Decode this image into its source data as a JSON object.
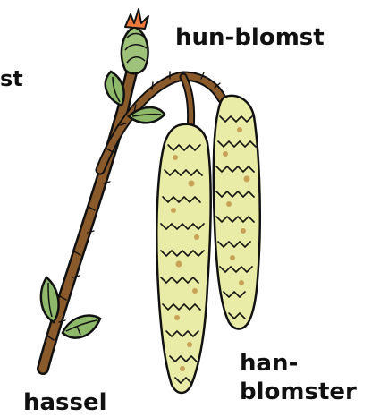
{
  "labels": {
    "left_cut": "st",
    "female_flower": "hun-blomst",
    "male_flowers_line1": "han-",
    "male_flowers_line2": "blomster",
    "plant": "hassel"
  },
  "colors": {
    "background": "#ffffff",
    "outline": "#111111",
    "branch": "#8b5a2b",
    "leaf": "#8fb96a",
    "leaf_vein": "#111111",
    "catkin": "#e8eca6",
    "catkin_spot": "#c9a257",
    "stigma": "#f07a3c",
    "bud": "#9fc27a"
  },
  "icons": {
    "illustration": "hazel-branch-with-catkins-icon"
  }
}
